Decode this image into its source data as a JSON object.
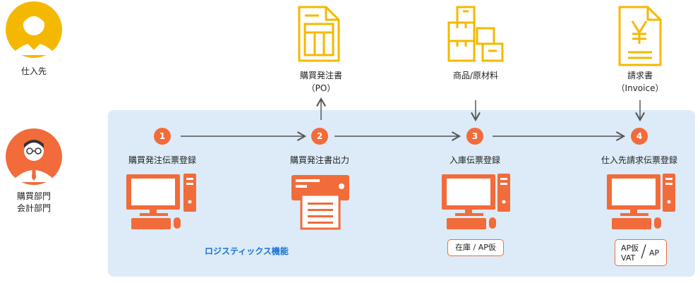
{
  "lanes": {
    "supplier": "仕入先",
    "dept_line1": "購買部門",
    "dept_line2": "会計部門"
  },
  "panel_title": "ロジスティックス機能",
  "steps": [
    {
      "num": "1",
      "label": "購買発注伝票登録"
    },
    {
      "num": "2",
      "label": "購買発注書出力"
    },
    {
      "num": "3",
      "label": "入庫伝票登録"
    },
    {
      "num": "4",
      "label": "仕入先請求伝票登録"
    }
  ],
  "docs": {
    "po_line1": "購買発注書",
    "po_line2": "（PO）",
    "goods": "商品/原材料",
    "invoice_line1": "請求書",
    "invoice_line2": "（Invoice）"
  },
  "tags": {
    "inventory": "在庫 / AP仮",
    "ap_top": "AP仮",
    "vat": "VAT",
    "ap_bottom": "AP"
  },
  "colors": {
    "accent": "#f26b3a",
    "doc_icon": "#f5b800",
    "panel": "#dcebf7",
    "link": "#1a73d9"
  }
}
